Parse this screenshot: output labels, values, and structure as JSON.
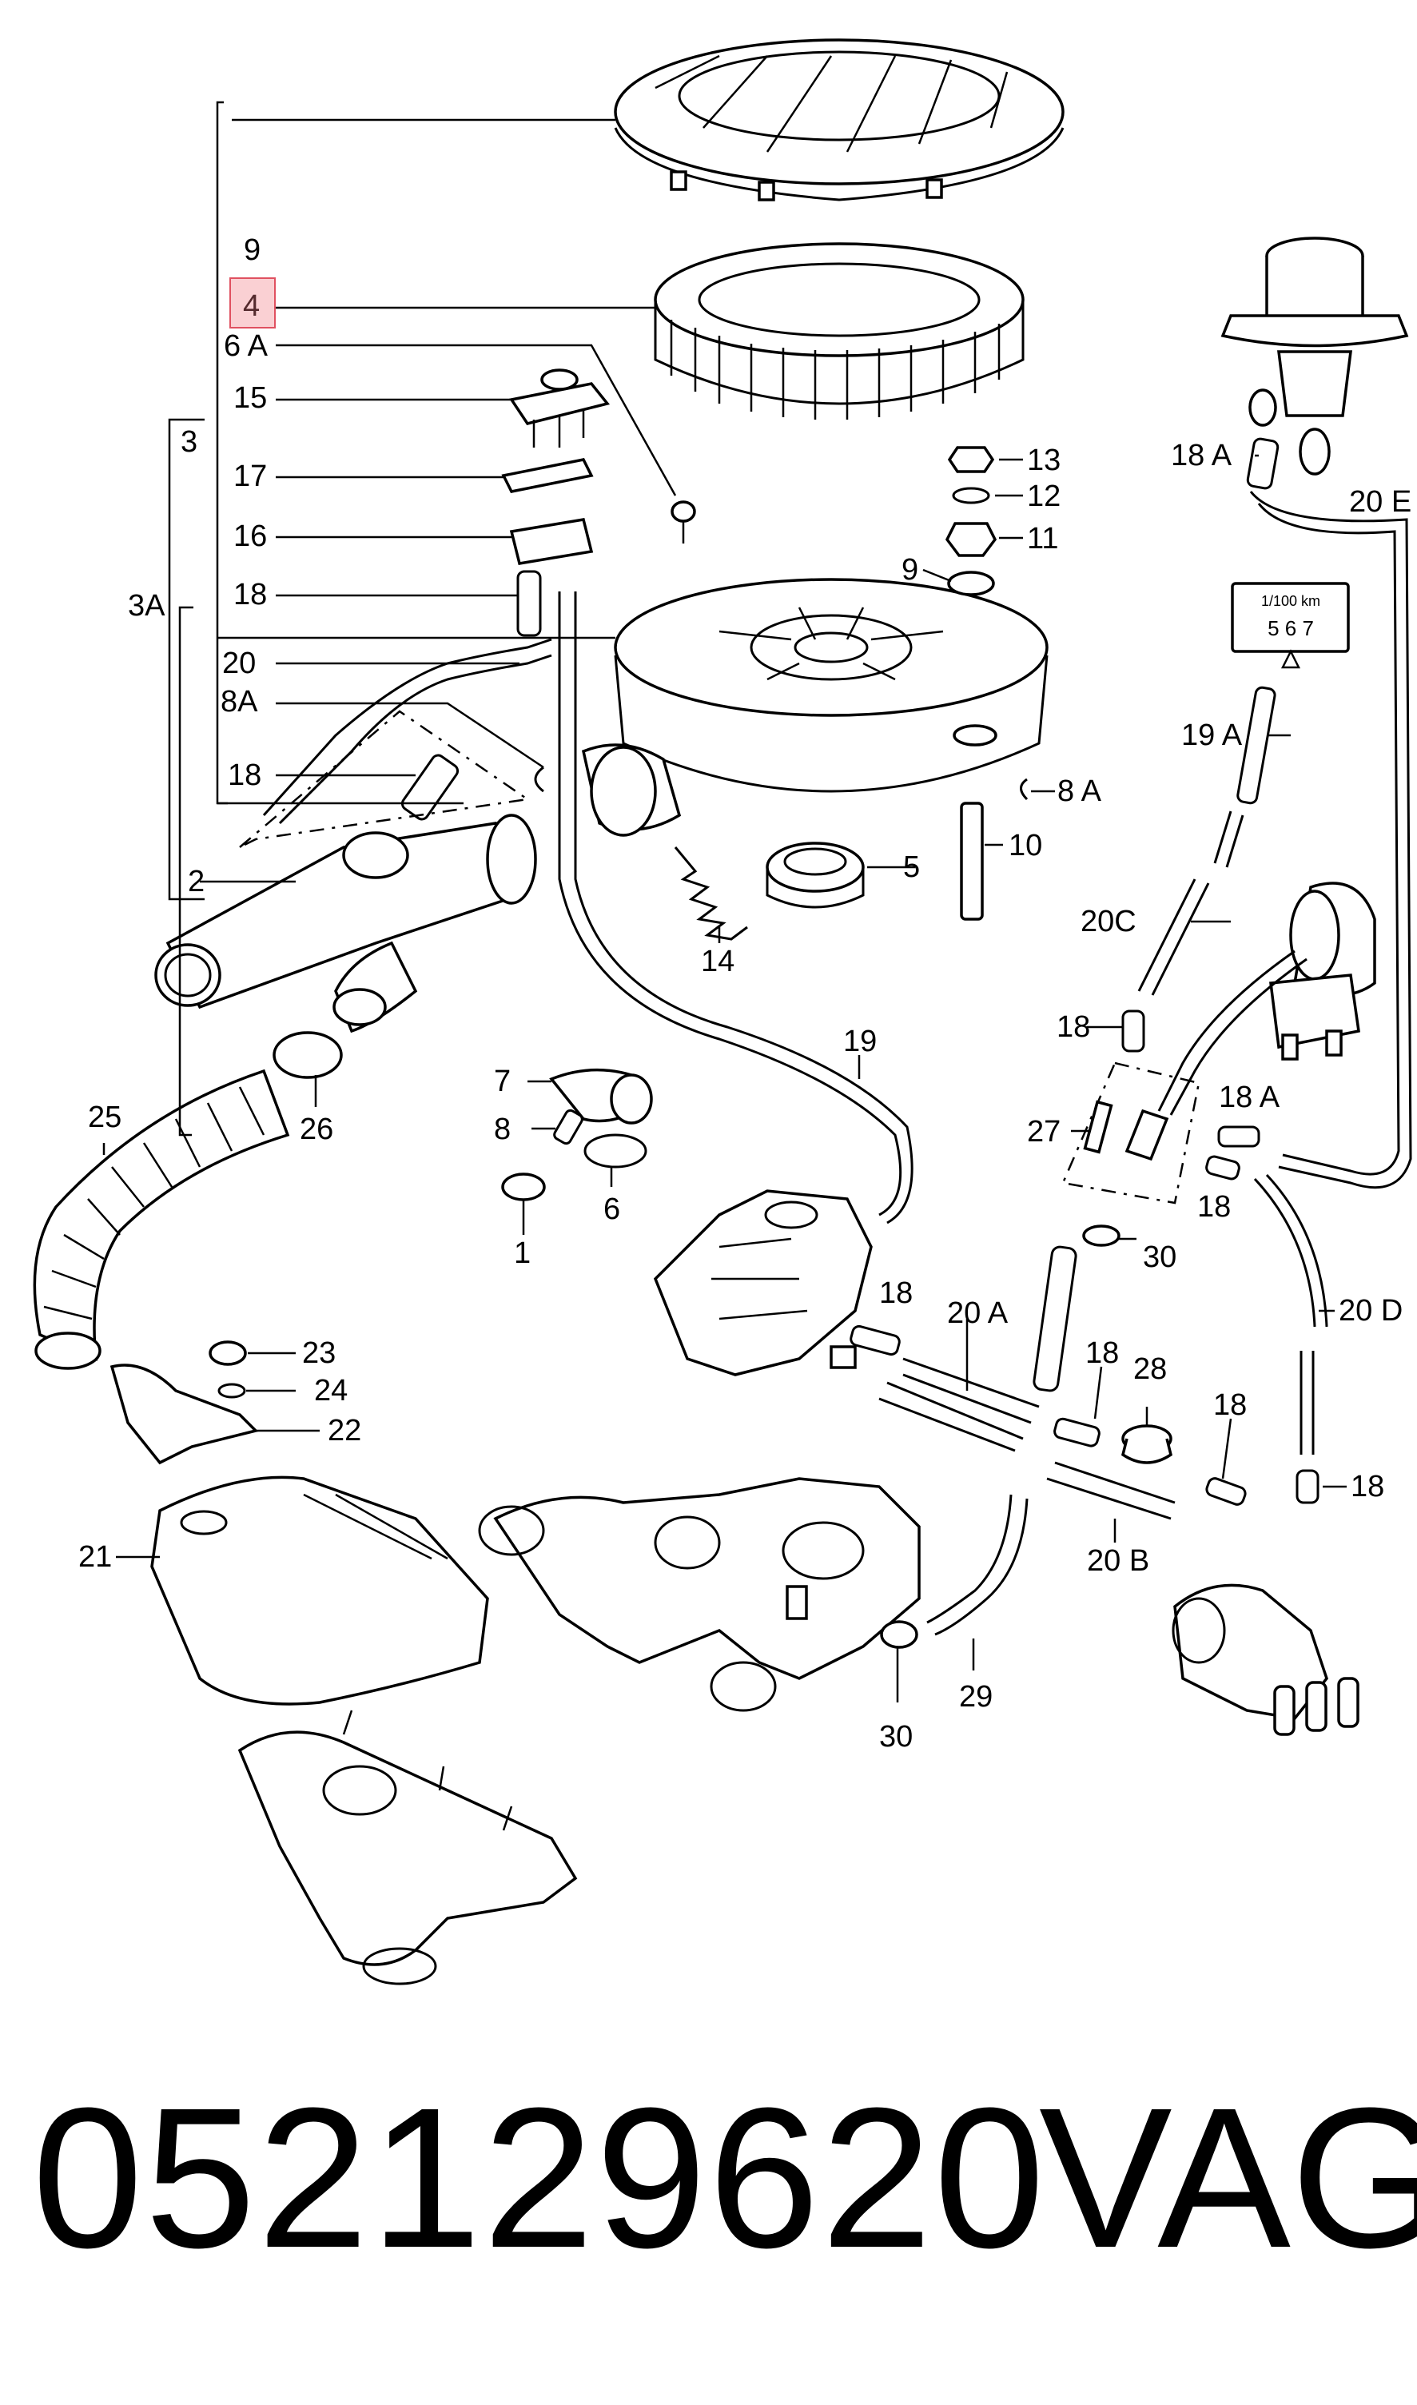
{
  "diagram": {
    "highlighted_label": "4",
    "labels": {
      "l9a": "9",
      "l4": "4",
      "l6a": "6 A",
      "l15": "15",
      "l3": "3",
      "l17": "17",
      "l16": "16",
      "l18a": "18",
      "l3a": "3A",
      "l20": "20",
      "l8a": "8A",
      "l18b": "18",
      "l2": "2",
      "l13": "13",
      "l12": "12",
      "l11": "11",
      "l9b": "9",
      "l8a2": "8 A",
      "l5": "5",
      "l10": "10",
      "l14": "14",
      "l18A": "18 A",
      "l20E": "20 E",
      "l19A": "19 A",
      "l20C": "20C",
      "l18c": "18",
      "l27": "27",
      "l18A2": "18 A",
      "l18d": "18",
      "l30a": "30",
      "l19": "19",
      "l7": "7",
      "l8": "8",
      "l6": "6",
      "l1": "1",
      "l25": "25",
      "l26": "26",
      "l23": "23",
      "l24": "24",
      "l22": "22",
      "l21": "21",
      "l18e": "18",
      "l20A": "20 A",
      "l18f": "18",
      "l28": "28",
      "l18g": "18",
      "l20D": "20 D",
      "l18h": "18",
      "l20B": "20 B",
      "l29": "29",
      "l30b": "30"
    },
    "gauge": {
      "top": "1/100 km",
      "ticks": "5  6  7"
    }
  },
  "footer": {
    "part_number": "052129620",
    "brand": "VAG"
  }
}
